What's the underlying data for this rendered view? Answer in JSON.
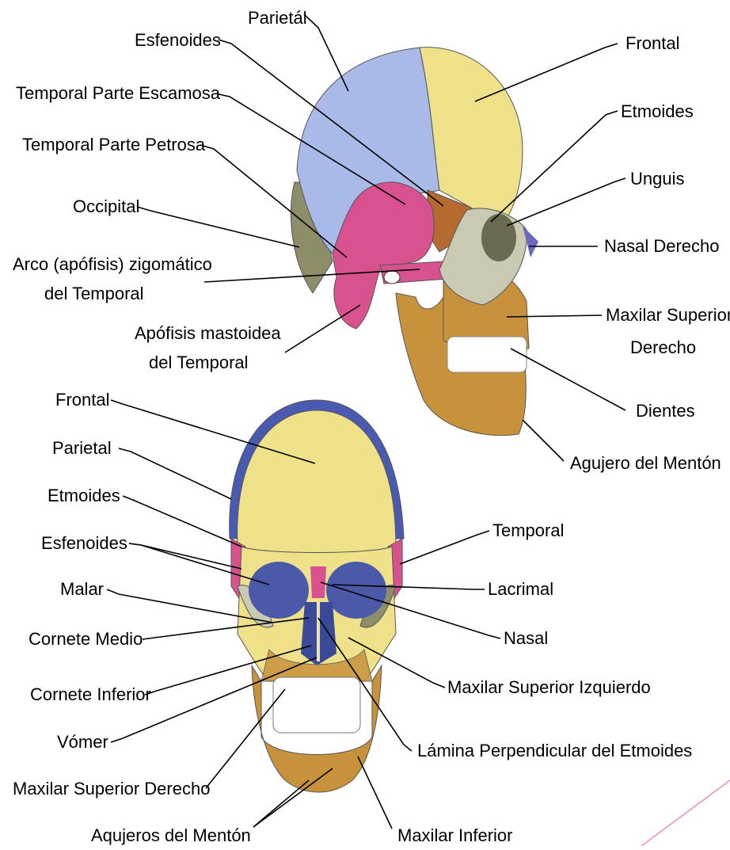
{
  "colors": {
    "parietal": "#a9b9e8",
    "frontal": "#efe08a",
    "temporal": "#d8528f",
    "sphenoid": "#b56a2f",
    "occipital": "#8d8d6a",
    "malar": "#c9c9b4",
    "mandible": "#c8923c",
    "teeth": "#ffffff"
  },
  "lateral_labels": {
    "parietal": "Parietál",
    "esfenoides": "Esfenoides",
    "temporal_escamosa": "Temporal Parte Escamosa",
    "temporal_petrosa": "Temporal Parte Petrosa",
    "occipital": "Occipital",
    "arco_1": "Arco (apófisis) zigomático",
    "arco_2": "del Temporal",
    "apofisis_1": "Apófisis mastoidea",
    "apofisis_2": "del Temporal",
    "frontal": "Frontal",
    "etmoides": "Etmoides",
    "unguis": "Unguis",
    "nasal_derecho": "Nasal Derecho",
    "maxilar_sup_1": "Maxilar Superior",
    "maxilar_sup_2": "Derecho",
    "dientes": "Dientes",
    "agujero_menton": "Agujero del Mentón"
  },
  "frontal_labels": {
    "frontal": "Frontal",
    "parietal": "Parietal",
    "etmoides": "Etmoides",
    "esfenoides": "Esfenoides",
    "malar": "Malar",
    "cornete_medio": "Cornete Medio",
    "cornete_inferior": "Cornete Inferior",
    "vomer": "Vómer",
    "maxilar_sup_derecho": "Maxilar Superior Derecho",
    "agujeros_menton": "Aqujeros del Mentón",
    "temporal": "Temporal",
    "lacrimal": "Lacrimal",
    "nasal": "Nasal",
    "maxilar_sup_izquierdo": "Maxilar Superior Izquierdo",
    "lamina": "Lámina Perpendicular del Etmoides",
    "maxilar_inferior": "Maxilar Inferior"
  }
}
